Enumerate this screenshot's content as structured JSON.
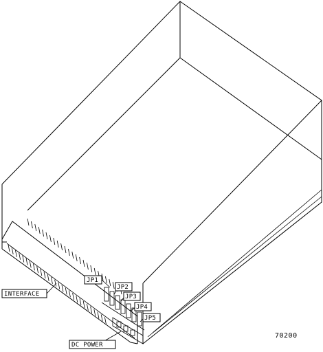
{
  "labels": {
    "interface": "INTERFACE",
    "dc_power": "DC POWER",
    "jp1": "JP1",
    "jp2": "JP2",
    "jp3": "JP3",
    "jp4": "JP4",
    "jp5": "JP5"
  },
  "figure_number": "70200"
}
